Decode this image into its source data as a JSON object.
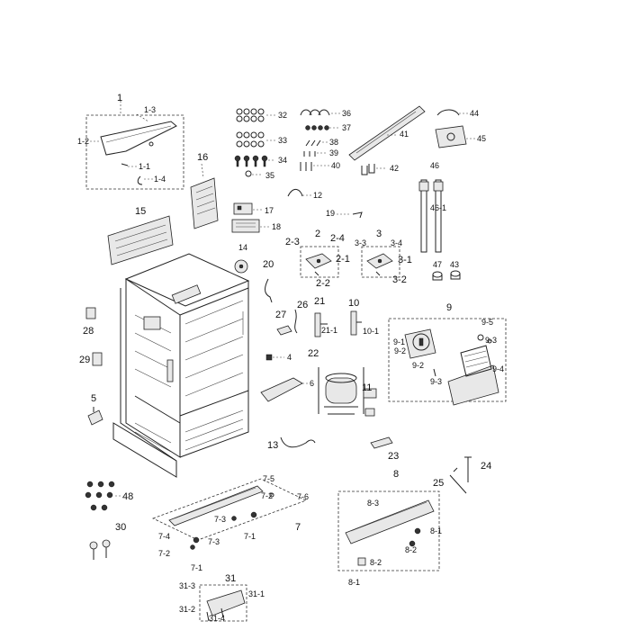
{
  "diagram": {
    "labels": {
      "l1": "1",
      "l1_2": "1-2",
      "l1_3": "1-3",
      "l1_1": "1-1",
      "l1_4": "1-4",
      "l16": "16",
      "l15": "15",
      "l14": "14",
      "l20": "20",
      "l32": "32",
      "l33": "33",
      "l34": "34",
      "l35": "35",
      "l36": "36",
      "l37": "37",
      "l38": "38",
      "l39": "39",
      "l40": "40",
      "l41": "41",
      "l42": "42",
      "l44": "44",
      "l45": "45",
      "l46": "46",
      "l46_1": "46-1",
      "l47": "47",
      "l43": "43",
      "l12": "12",
      "l17": "17",
      "l18": "18",
      "l19": "19",
      "l2": "2",
      "l2_3": "2-3",
      "l2_4": "2-4",
      "l2_1": "2-1",
      "l2_2": "2-2",
      "l3": "3",
      "l3_3": "3-3",
      "l3_4": "3-4",
      "l3_1": "3-1",
      "l3_2": "3-2",
      "l26": "26",
      "l27": "27",
      "l21": "21",
      "l21_1": "21-1",
      "l10": "10",
      "l10_1": "10-1",
      "l9": "9",
      "l9_1": "9-1",
      "l9_2": "9-2",
      "l9_3": "9-3",
      "l9_4": "9-4",
      "l9_5": "9-5",
      "l9_2b": "9-2",
      "l9_3b": "9-3",
      "l22": "22",
      "l6": "6",
      "l11": "11",
      "l4": "4",
      "l28": "28",
      "l29": "29",
      "l5": "5",
      "l13": "13",
      "l23": "23",
      "l24": "24",
      "l25": "25",
      "l48": "48",
      "l30": "30",
      "l7": "7",
      "l7_5": "7-5",
      "l7_2a": "7-2",
      "l7_6": "7-6",
      "l7_3a": "7-3",
      "l7_1a": "7-1",
      "l7_4": "7-4",
      "l7_2b": "7-2",
      "l7_3b": "7-3",
      "l7_1b": "7-1",
      "l8": "8",
      "l8_3": "8-3",
      "l8_1a": "8-1",
      "l8_2a": "8-2",
      "l8_2b": "8-2",
      "l8_1b": "8-1",
      "l31": "31",
      "l31_3": "31-3",
      "l31_1": "31-1",
      "l31_2": "31-2",
      "l31_4": "31-4"
    }
  }
}
